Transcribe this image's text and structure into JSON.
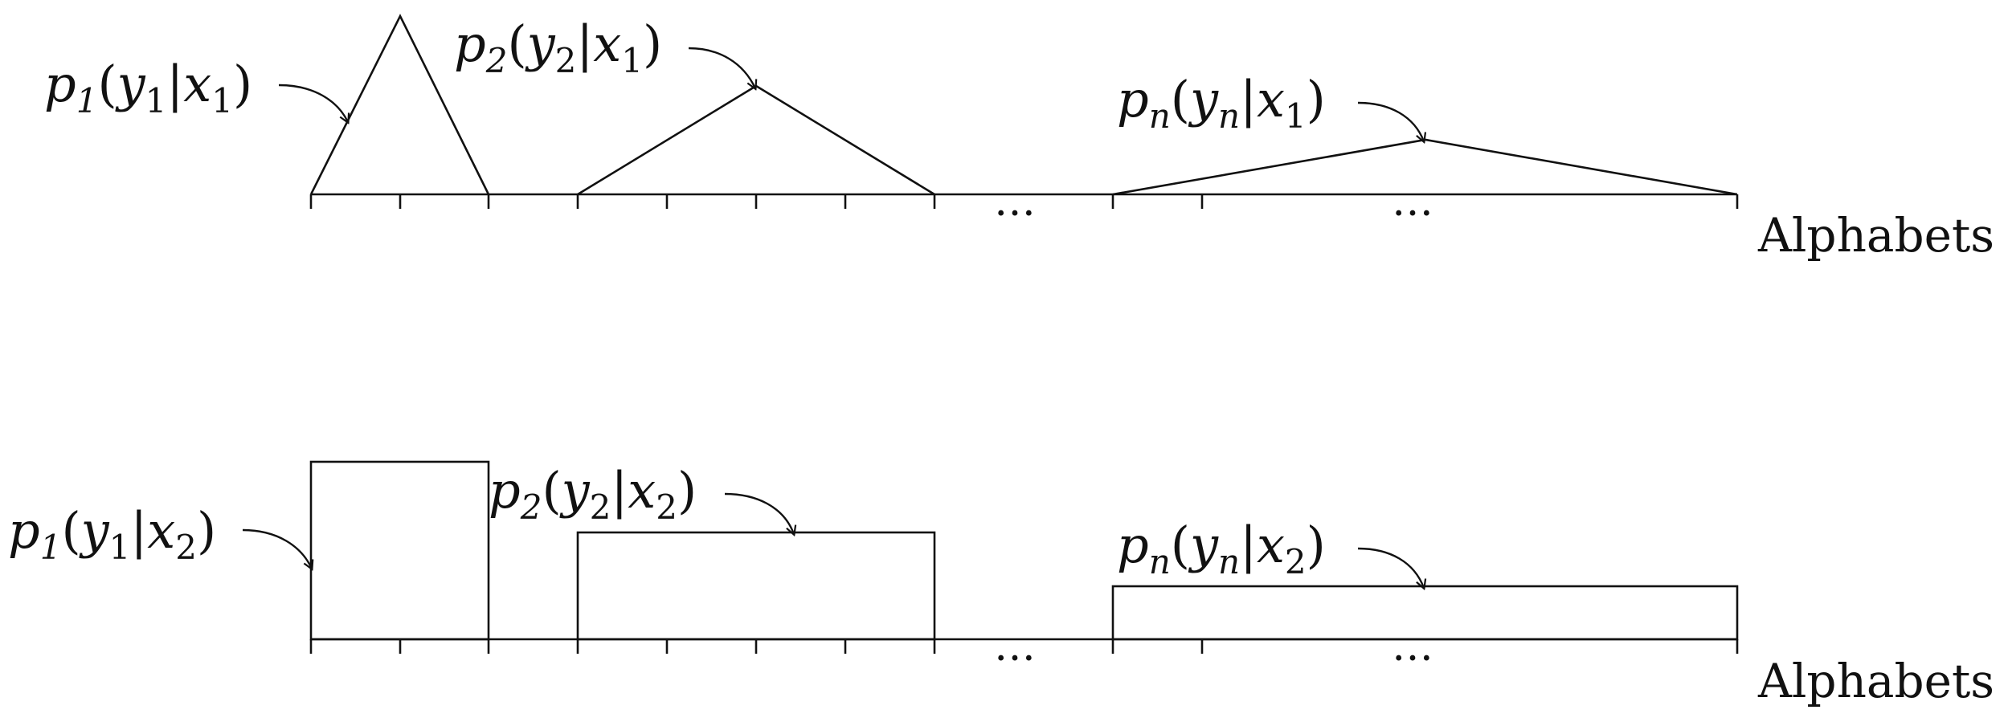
{
  "axis_label": "Alphabets",
  "ellipsis": "…",
  "top_panel": {
    "labels": [
      {
        "func": "p",
        "fsub": "1",
        "var": "y",
        "vsub": "1",
        "cond": "x",
        "csub": "1"
      },
      {
        "func": "p",
        "fsub": "2",
        "var": "y",
        "vsub": "2",
        "cond": "x",
        "csub": "1"
      },
      {
        "func": "p",
        "fsub": "n",
        "var": "y",
        "vsub": "n",
        "cond": "x",
        "csub": "1"
      }
    ]
  },
  "bottom_panel": {
    "labels": [
      {
        "func": "p",
        "fsub": "1",
        "var": "y",
        "vsub": "1",
        "cond": "x",
        "csub": "2"
      },
      {
        "func": "p",
        "fsub": "2",
        "var": "y",
        "vsub": "2",
        "cond": "x",
        "csub": "2"
      },
      {
        "func": "p",
        "fsub": "n",
        "var": "y",
        "vsub": "n",
        "cond": "x",
        "csub": "2"
      }
    ]
  }
}
